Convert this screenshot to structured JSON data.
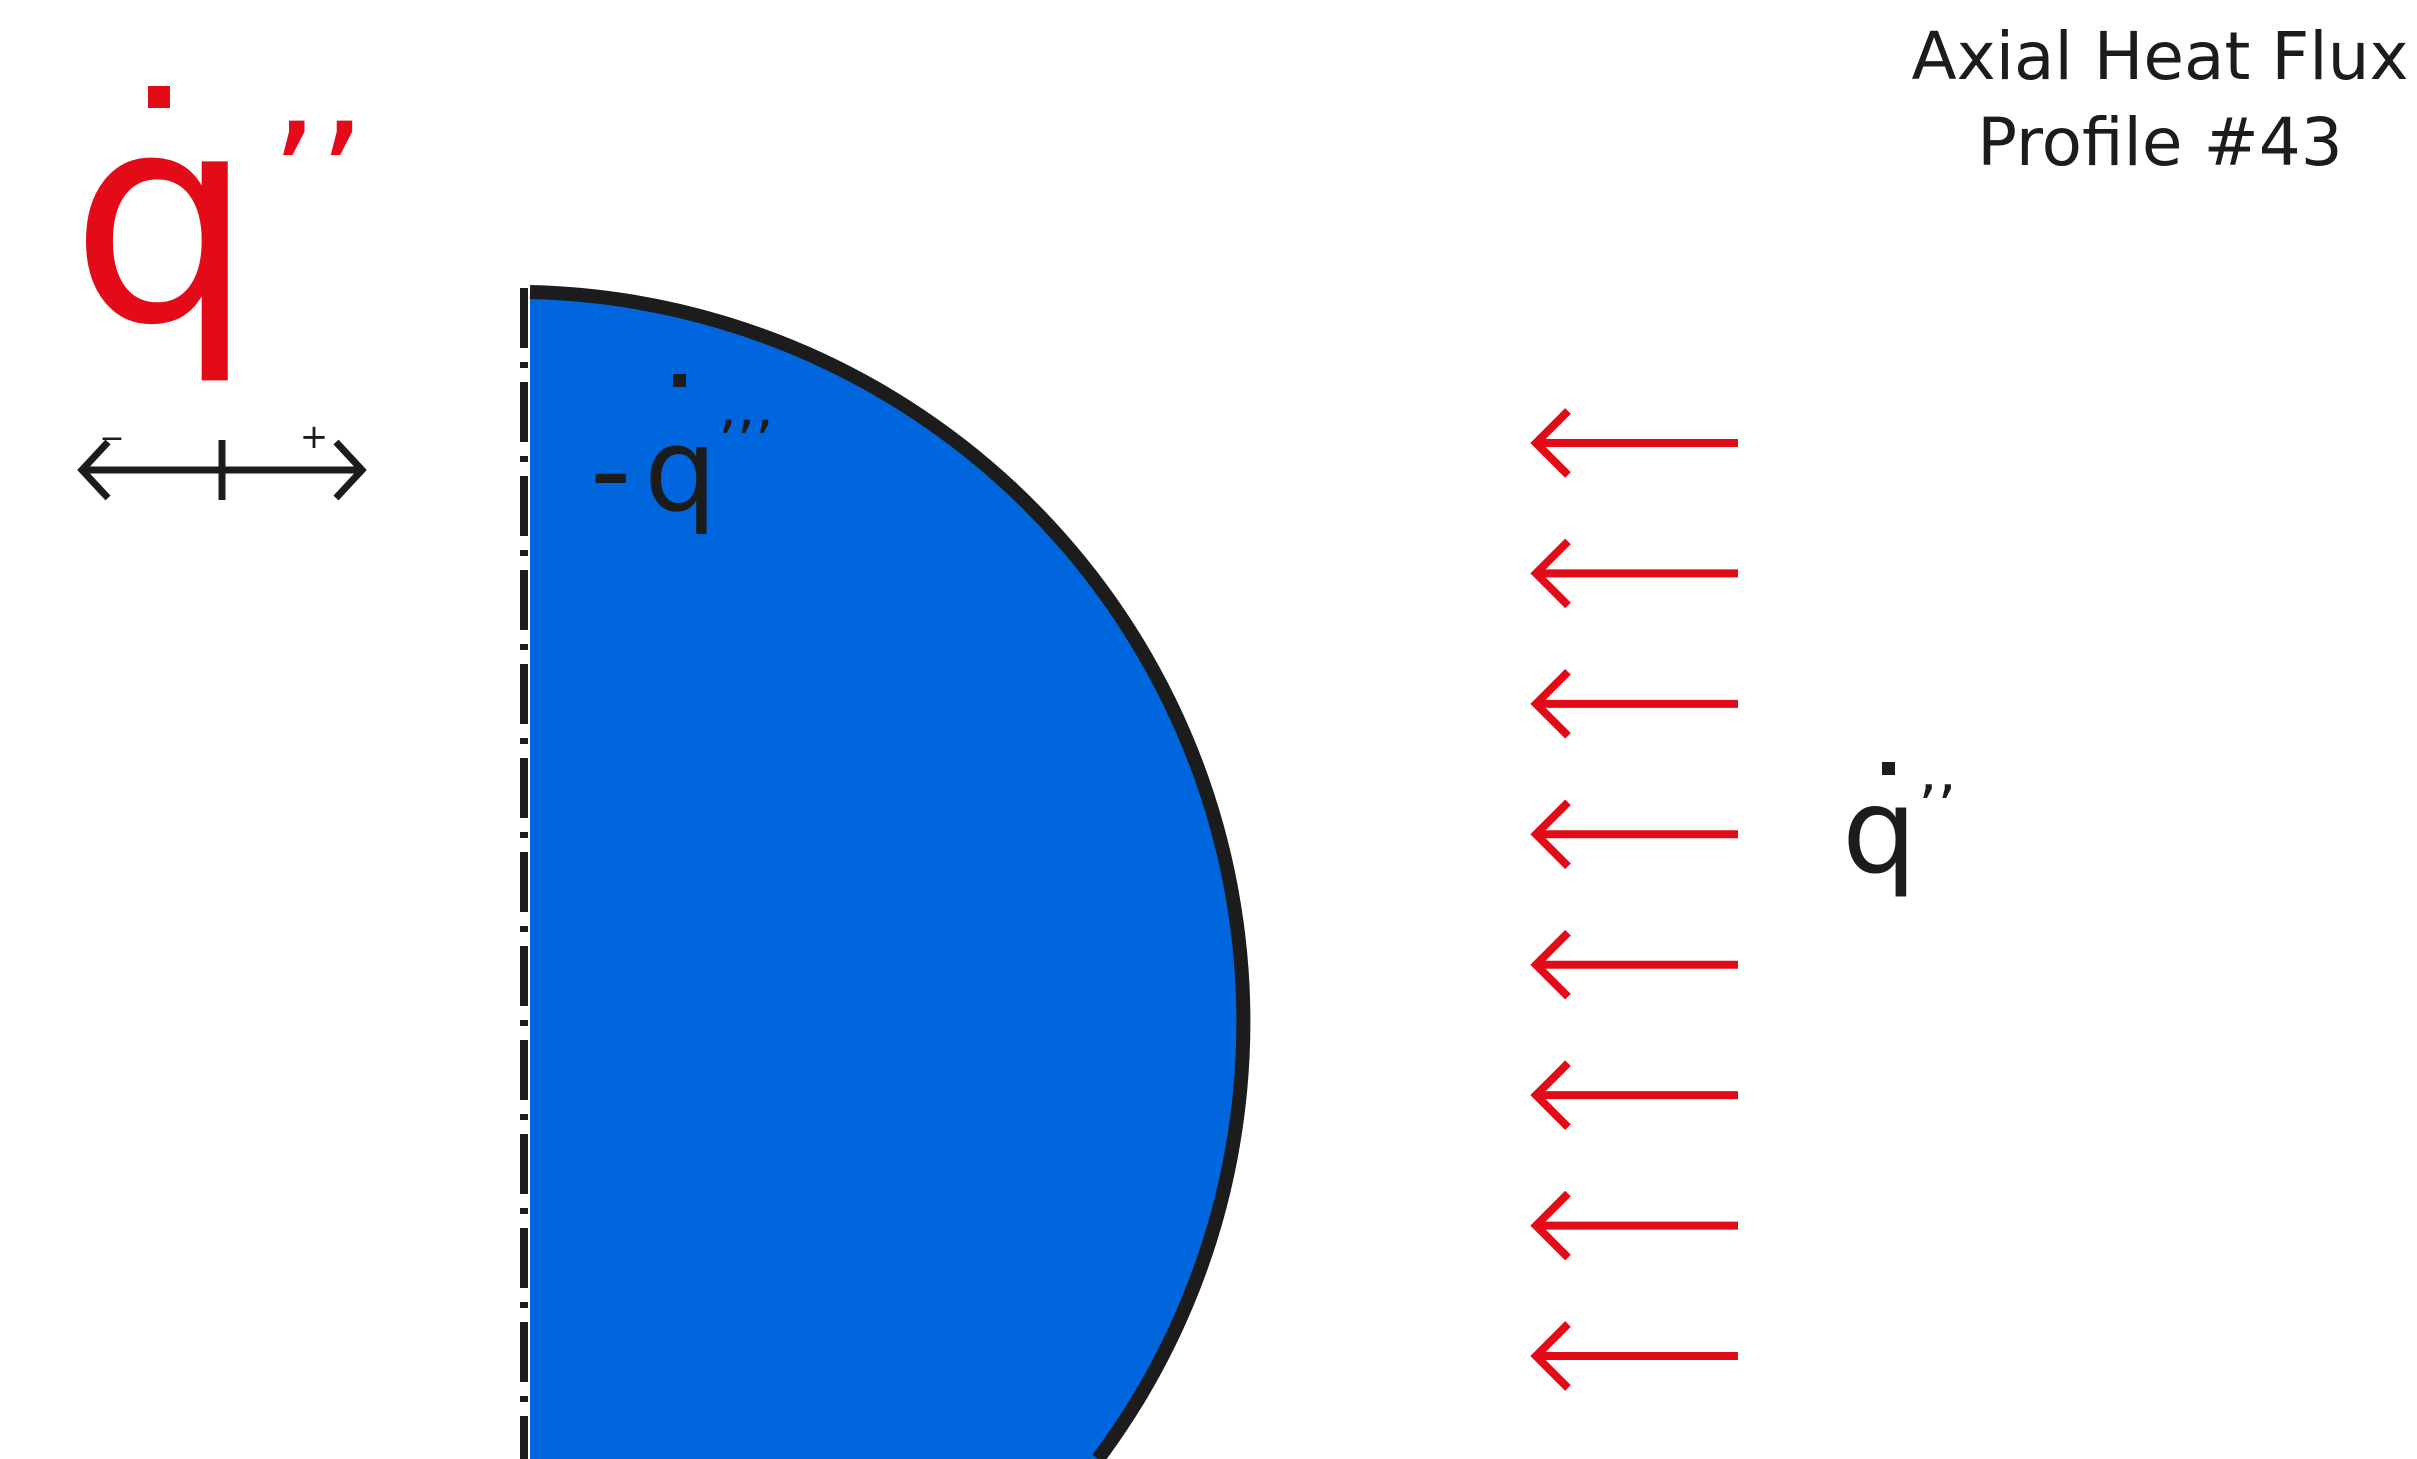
{
  "title": {
    "line1": "Axial Heat Flux",
    "line2": "Profile #43"
  },
  "legend": {
    "symbol": "q",
    "primes": "’’",
    "minus_sign": "−",
    "plus_sign": "+",
    "color": "#e30b17"
  },
  "body": {
    "label_sign": "-",
    "label_symbol": "q",
    "label_primes": "’’’",
    "fill_color": "#0066dd",
    "outline_color": "#1c1c1c"
  },
  "flux": {
    "label_symbol": "q",
    "label_primes": "’’",
    "arrow_count": 8,
    "direction": "inward (pointing left)",
    "arrow_color": "#e30b17"
  },
  "colors": {
    "text": "#1c1c1c",
    "accent_red": "#e30b17",
    "body_blue": "#0066dd"
  }
}
